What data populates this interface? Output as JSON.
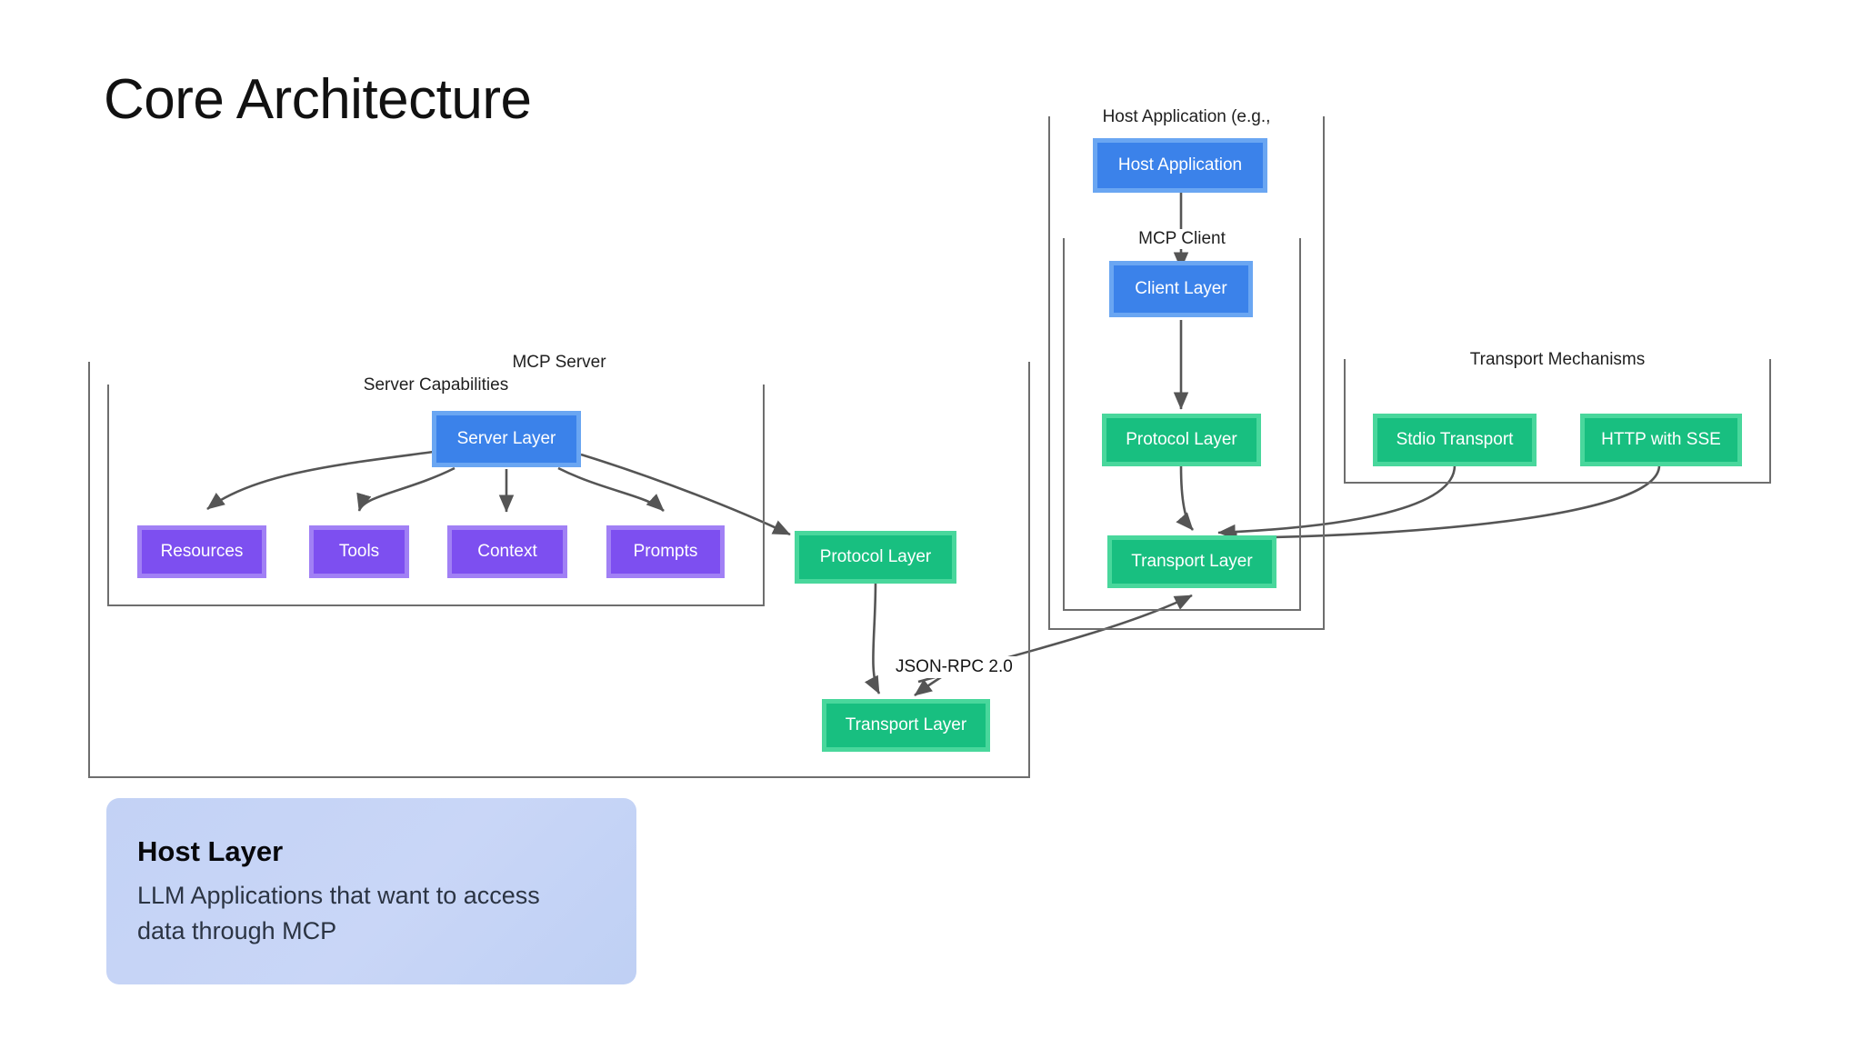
{
  "slide": {
    "title": "Core Architecture"
  },
  "diagram": {
    "groups": {
      "mcp_server": "MCP Server",
      "server_capabilities": "Server Capabilities",
      "host_application": "Host Application (e.g.,",
      "mcp_client": "MCP Client",
      "transport_mechanisms": "Transport Mechanisms"
    },
    "nodes": {
      "server_layer": "Server Layer",
      "resources": "Resources",
      "tools": "Tools",
      "context": "Context",
      "prompts": "Prompts",
      "server_protocol_layer": "Protocol Layer",
      "server_transport_layer": "Transport Layer",
      "host_application": "Host Application",
      "client_layer": "Client Layer",
      "client_protocol_layer": "Protocol Layer",
      "client_transport_layer": "Transport Layer",
      "stdio_transport": "Stdio Transport",
      "http_with_sse": "HTTP with SSE"
    },
    "edge_labels": {
      "json_rpc": "JSON-RPC 2.0"
    },
    "colors": {
      "blue_fill": "#3b82ea",
      "blue_border": "#6aa6f2",
      "green_fill": "#18bf80",
      "green_border": "#49d79c",
      "purple_fill": "#7d4ff0",
      "purple_border": "#a180f5",
      "container_border": "#6e6e6e",
      "edge_stroke": "#555555",
      "callout_background": "#c5d3f6"
    }
  },
  "callout": {
    "title": "Host Layer",
    "line1": "LLM Applications that want to access",
    "line2": "data through MCP"
  }
}
